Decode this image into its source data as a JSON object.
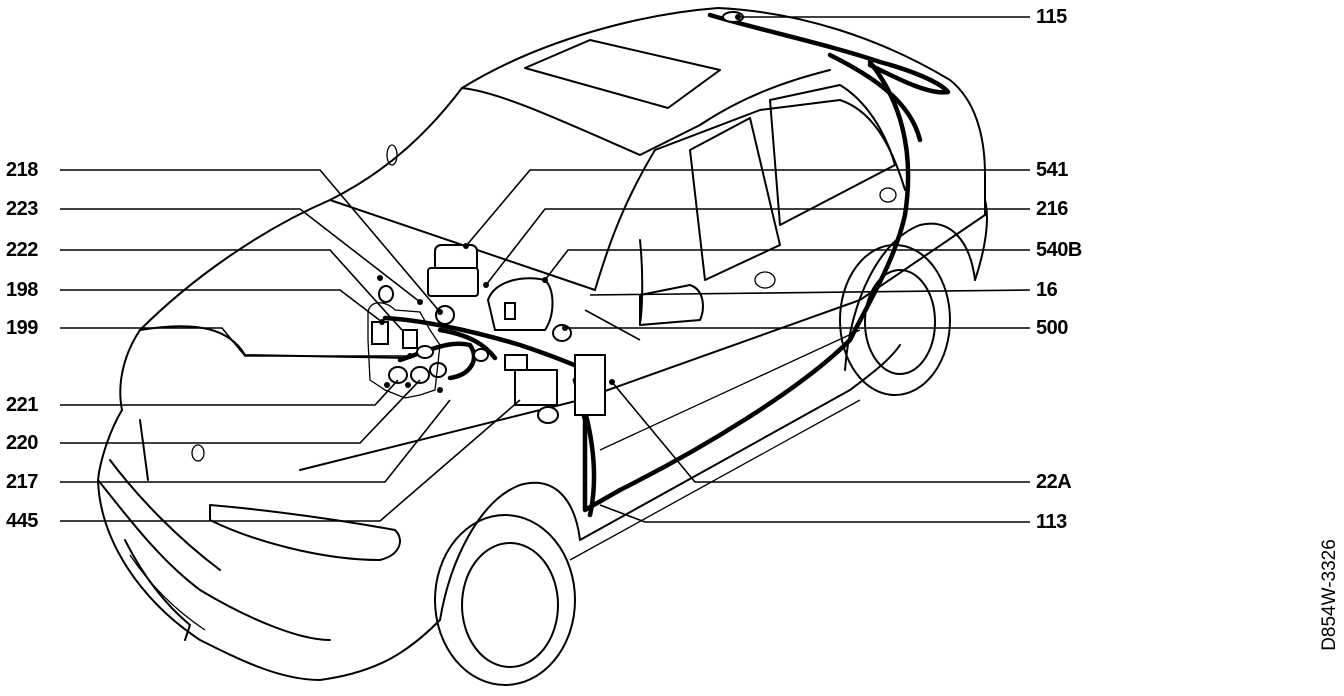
{
  "callouts_left": [
    "218",
    "223",
    "222",
    "198",
    "199",
    "221",
    "220",
    "217",
    "445"
  ],
  "callouts_right": [
    "115",
    "541",
    "216",
    "540B",
    "16",
    "500",
    "22A",
    "113"
  ],
  "figure_code": "D854W-3326"
}
